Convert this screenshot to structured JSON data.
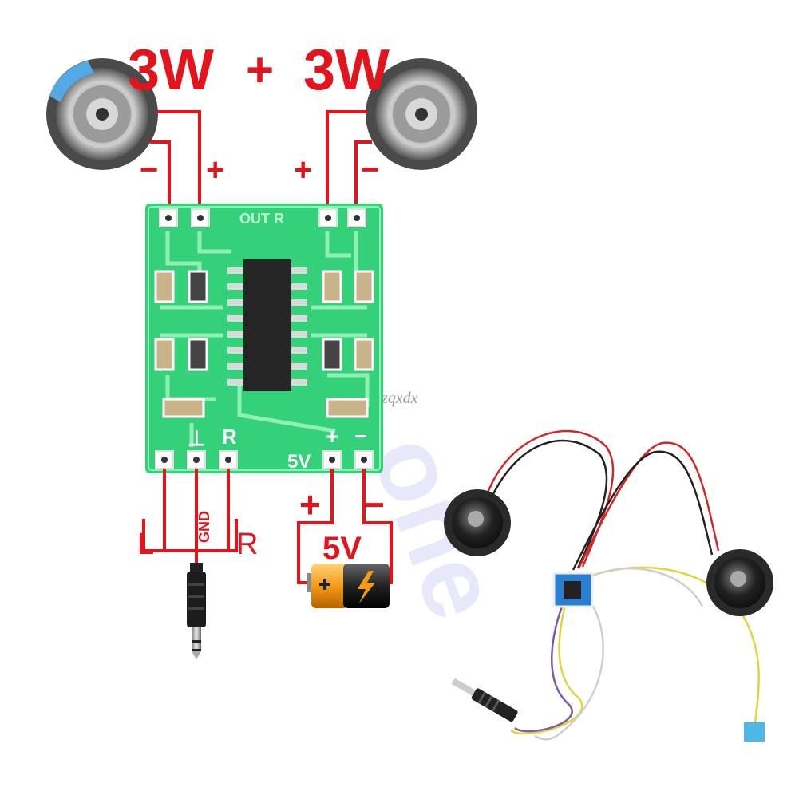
{
  "labels": {
    "power_left": "3W",
    "plus_sign": "+",
    "power_right": "3W",
    "left_speaker_minus": "−",
    "left_speaker_plus": "+",
    "right_speaker_plus": "+",
    "right_speaker_minus": "−",
    "board_out": "OUT R",
    "board_gnd_symbol": "⊥",
    "board_r": "R",
    "board_5v": "5V",
    "board_plus": "+",
    "board_minus": "−",
    "jack_l": "L",
    "jack_gnd": "GND",
    "jack_r": "R",
    "supply_plus": "+",
    "supply_minus": "−",
    "supply_voltage": "5V",
    "watermark_small": "zqxdx"
  },
  "colors": {
    "wire_red": "#e3141b",
    "pcb_green": "#35d07a",
    "pcb_light": "#8ff0b4",
    "chip": "#262626",
    "speaker_dark": "#3a3a3a",
    "battery_orange": "#f59a16"
  },
  "icons": {
    "speaker_left": "speaker-icon",
    "speaker_right": "speaker-icon",
    "battery": "battery-icon",
    "audio_jack": "audio-jack-icon",
    "photo": "assembled-module-photo"
  }
}
